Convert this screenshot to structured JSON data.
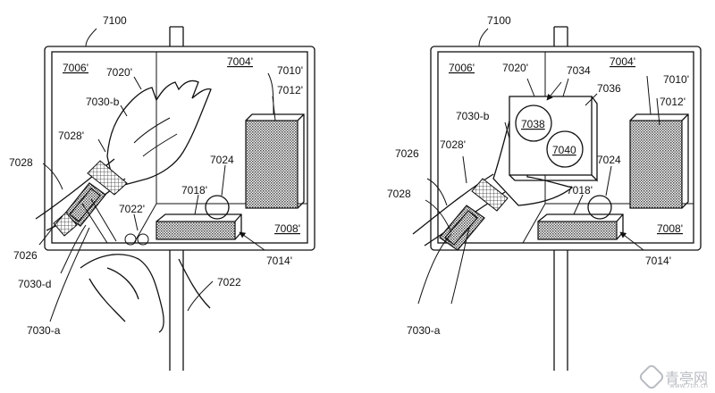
{
  "left_figure": {
    "ref_display": "7100",
    "ref_region_a": "7006'",
    "ref_region_b": "7004'",
    "ref_region_c": "7008'",
    "ref_hand": "7020'",
    "ref_box_tall": "7010'",
    "ref_box_face": "7012'",
    "ref_band_b": "7030-b",
    "ref_wrist_view": "7028'",
    "ref_wrist": "7028",
    "ref_ball": "7024",
    "ref_block_face": "7018'",
    "ref_hand_view": "7022'",
    "ref_arrow": "7014'",
    "ref_device": "7026",
    "ref_band_d": "7030-d",
    "ref_band_a": "7030-a",
    "ref_other_hand": "7022"
  },
  "right_figure": {
    "ref_display": "7100",
    "ref_region_a": "7006'",
    "ref_region_b": "7004'",
    "ref_region_c": "7008'",
    "ref_hand": "7020'",
    "ref_panel": "7034",
    "ref_panel_face": "7036",
    "ref_box_tall": "7010'",
    "ref_box_face": "7012'",
    "ref_band_b": "7030-b",
    "ref_button_1": "7038",
    "ref_button_2": "7040",
    "ref_wrist_view": "7028'",
    "ref_wrist": "7028",
    "ref_device": "7026",
    "ref_ball": "7024",
    "ref_block_face": "7018'",
    "ref_arrow": "7014'",
    "ref_band_a": "7030-a"
  },
  "watermark": {
    "text": "青亭网",
    "sub": "www.7tin.cn"
  }
}
